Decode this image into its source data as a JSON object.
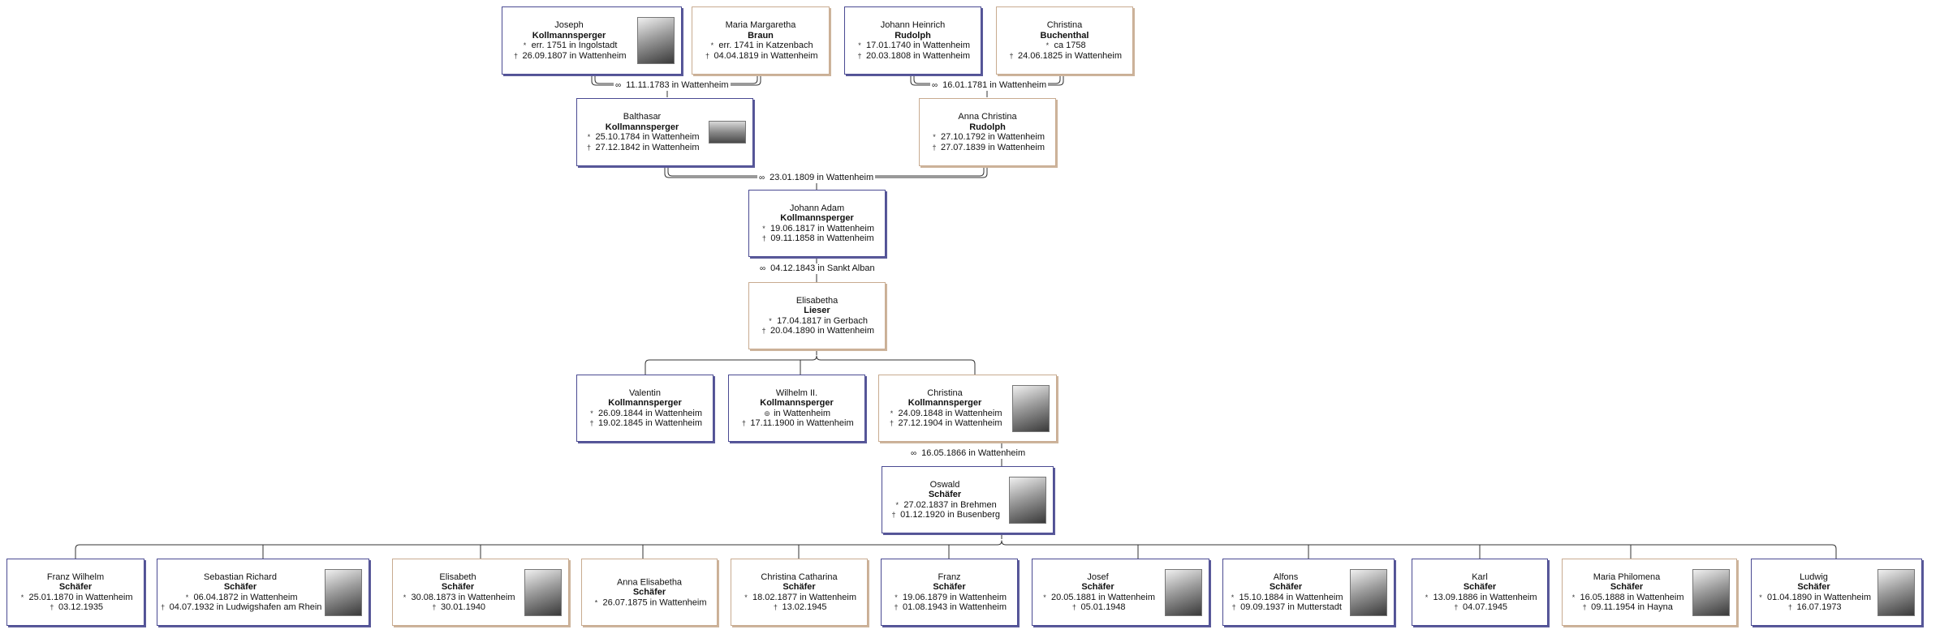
{
  "symbols": {
    "birth": "*",
    "death": "†",
    "marriage": "∞",
    "christening": "⊚"
  },
  "persons": {
    "joseph": {
      "given": "Joseph",
      "surname": "Kollmannsperger",
      "sex": "m",
      "photo": "portrait",
      "events": [
        {
          "sym": "*",
          "text": "err. 1751 in Ingolstadt"
        },
        {
          "sym": "†",
          "text": "26.09.1807 in Wattenheim"
        }
      ]
    },
    "maria_m": {
      "given": "Maria Margaretha",
      "surname": "Braun",
      "sex": "f",
      "photo": "",
      "events": [
        {
          "sym": "*",
          "text": "err. 1741 in Katzenbach"
        },
        {
          "sym": "†",
          "text": "04.04.1819 in Wattenheim"
        }
      ]
    },
    "johann_h": {
      "given": "Johann Heinrich",
      "surname": "Rudolph",
      "sex": "m",
      "photo": "",
      "events": [
        {
          "sym": "*",
          "text": "17.01.1740 in Wattenheim"
        },
        {
          "sym": "†",
          "text": "20.03.1808 in Wattenheim"
        }
      ]
    },
    "christina_b": {
      "given": "Christina",
      "surname": "Buchenthal",
      "sex": "f",
      "photo": "",
      "events": [
        {
          "sym": "*",
          "text": "ca 1758"
        },
        {
          "sym": "†",
          "text": "24.06.1825 in Wattenheim"
        }
      ]
    },
    "balthasar": {
      "given": "Balthasar",
      "surname": "Kollmannsperger",
      "sex": "m",
      "photo": "landscape",
      "events": [
        {
          "sym": "*",
          "text": "25.10.1784 in Wattenheim"
        },
        {
          "sym": "†",
          "text": "27.12.1842 in Wattenheim"
        }
      ]
    },
    "anna_c": {
      "given": "Anna Christina",
      "surname": "Rudolph",
      "sex": "f",
      "photo": "",
      "events": [
        {
          "sym": "*",
          "text": "27.10.1792 in Wattenheim"
        },
        {
          "sym": "†",
          "text": "27.07.1839 in Wattenheim"
        }
      ]
    },
    "johann_a": {
      "given": "Johann Adam",
      "surname": "Kollmannsperger",
      "sex": "m",
      "photo": "",
      "events": [
        {
          "sym": "*",
          "text": "19.06.1817 in Wattenheim"
        },
        {
          "sym": "†",
          "text": "09.11.1858 in Wattenheim"
        }
      ]
    },
    "elisabetha": {
      "given": "Elisabetha",
      "surname": "Lieser",
      "sex": "f",
      "photo": "",
      "events": [
        {
          "sym": "*",
          "text": "17.04.1817 in Gerbach"
        },
        {
          "sym": "†",
          "text": "20.04.1890 in Wattenheim"
        }
      ]
    },
    "valentin": {
      "given": "Valentin",
      "surname": "Kollmannsperger",
      "sex": "m",
      "photo": "",
      "events": [
        {
          "sym": "*",
          "text": "26.09.1844 in Wattenheim"
        },
        {
          "sym": "†",
          "text": "19.02.1845 in Wattenheim"
        }
      ]
    },
    "wilhelm": {
      "given": "Wilhelm II.",
      "surname": "Kollmannsperger",
      "sex": "m",
      "photo": "",
      "events": [
        {
          "sym": "⊚",
          "text": "in Wattenheim"
        },
        {
          "sym": "†",
          "text": "17.11.1900 in Wattenheim"
        }
      ]
    },
    "christina_k": {
      "given": "Christina",
      "surname": "Kollmannsperger",
      "sex": "f",
      "photo": "portrait",
      "events": [
        {
          "sym": "*",
          "text": "24.09.1848 in Wattenheim"
        },
        {
          "sym": "†",
          "text": "27.12.1904 in Wattenheim"
        }
      ]
    },
    "oswald": {
      "given": "Oswald",
      "surname": "Schäfer",
      "sex": "m",
      "photo": "portrait",
      "events": [
        {
          "sym": "*",
          "text": "27.02.1837 in Brehmen"
        },
        {
          "sym": "†",
          "text": "01.12.1920 in Busenberg"
        }
      ]
    },
    "franz_w": {
      "given": "Franz Wilhelm",
      "surname": "Schäfer",
      "sex": "m",
      "photo": "",
      "events": [
        {
          "sym": "*",
          "text": "25.01.1870 in Wattenheim"
        },
        {
          "sym": "†",
          "text": "03.12.1935"
        }
      ]
    },
    "sebastian": {
      "given": "Sebastian Richard",
      "surname": "Schäfer",
      "sex": "m",
      "photo": "portrait",
      "events": [
        {
          "sym": "*",
          "text": "06.04.1872 in Wattenheim"
        },
        {
          "sym": "†",
          "text": "04.07.1932 in Ludwigshafen am Rhein"
        }
      ]
    },
    "elisabeth": {
      "given": "Elisabeth",
      "surname": "Schäfer",
      "sex": "f",
      "photo": "portrait",
      "events": [
        {
          "sym": "*",
          "text": "30.08.1873 in Wattenheim"
        },
        {
          "sym": "†",
          "text": "30.01.1940"
        }
      ]
    },
    "anna_e": {
      "given": "Anna Elisabetha",
      "surname": "Schäfer",
      "sex": "f",
      "photo": "",
      "events": [
        {
          "sym": "*",
          "text": "26.07.1875 in Wattenheim"
        }
      ]
    },
    "christina_c": {
      "given": "Christina Catharina",
      "surname": "Schäfer",
      "sex": "f",
      "photo": "",
      "events": [
        {
          "sym": "*",
          "text": "18.02.1877 in Wattenheim"
        },
        {
          "sym": "†",
          "text": "13.02.1945"
        }
      ]
    },
    "franz": {
      "given": "Franz",
      "surname": "Schäfer",
      "sex": "m",
      "photo": "",
      "events": [
        {
          "sym": "*",
          "text": "19.06.1879 in Wattenheim"
        },
        {
          "sym": "†",
          "text": "01.08.1943 in Wattenheim"
        }
      ]
    },
    "josef": {
      "given": "Josef",
      "surname": "Schäfer",
      "sex": "m",
      "photo": "portrait",
      "events": [
        {
          "sym": "*",
          "text": "20.05.1881 in Wattenheim"
        },
        {
          "sym": "†",
          "text": "05.01.1948"
        }
      ]
    },
    "alfons": {
      "given": "Alfons",
      "surname": "Schäfer",
      "sex": "m",
      "photo": "portrait",
      "events": [
        {
          "sym": "*",
          "text": "15.10.1884 in Wattenheim"
        },
        {
          "sym": "†",
          "text": "09.09.1937 in Mutterstadt"
        }
      ]
    },
    "karl": {
      "given": "Karl",
      "surname": "Schäfer",
      "sex": "m",
      "photo": "",
      "events": [
        {
          "sym": "*",
          "text": "13.09.1886 in Wattenheim"
        },
        {
          "sym": "†",
          "text": "04.07.1945"
        }
      ]
    },
    "maria_p": {
      "given": "Maria Philomena",
      "surname": "Schäfer",
      "sex": "f",
      "photo": "portrait",
      "events": [
        {
          "sym": "*",
          "text": "16.05.1888 in Wattenheim"
        },
        {
          "sym": "†",
          "text": "09.11.1954 in Hayna"
        }
      ]
    },
    "ludwig": {
      "given": "Ludwig",
      "surname": "Schäfer",
      "sex": "m",
      "photo": "portrait",
      "events": [
        {
          "sym": "*",
          "text": "01.04.1890 in Wattenheim"
        },
        {
          "sym": "†",
          "text": "16.07.1973"
        }
      ]
    }
  },
  "marriages": {
    "m1": "11.11.1783 in Wattenheim",
    "m2": "16.01.1781 in Wattenheim",
    "m3": "23.01.1809 in Wattenheim",
    "m4": "04.12.1843 in Sankt Alban",
    "m5": "16.05.1866 in Wattenheim"
  }
}
